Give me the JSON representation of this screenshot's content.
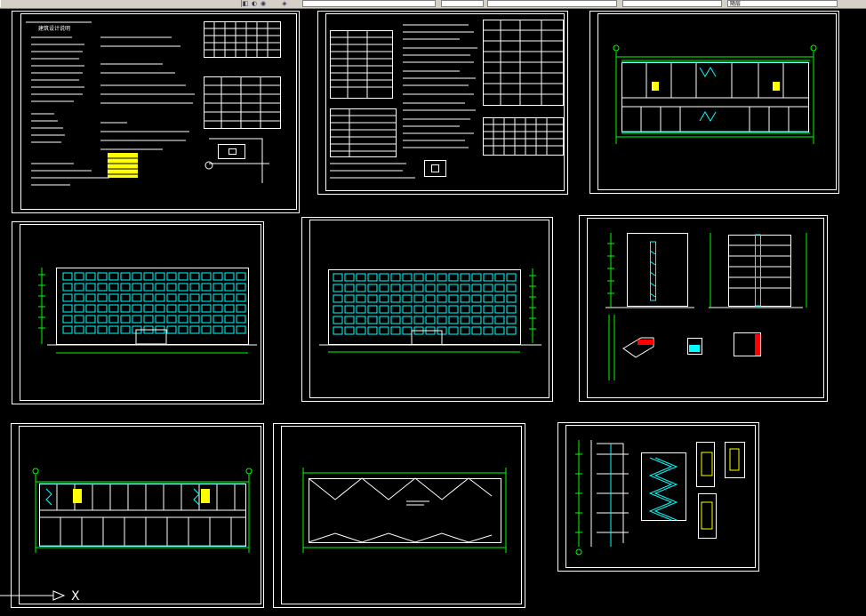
{
  "app": {
    "toolbar": {
      "layer_field": "",
      "color_field": "",
      "linetype_field": "",
      "style_field": "随层"
    },
    "ucs": {
      "x_label": "X"
    }
  },
  "drawing": {
    "background": "#000000",
    "colors": {
      "frame": "#ffffff",
      "cyan": "#00ffff",
      "green": "#00ff00",
      "yellow": "#ffff00",
      "red": "#ff0000",
      "magenta": "#ff00ff"
    },
    "sheets": [
      {
        "id": "design-notes",
        "title": "建筑设计说明"
      },
      {
        "id": "structure-notes",
        "title": ""
      },
      {
        "id": "floor-plan-ground",
        "title": ""
      },
      {
        "id": "front-elevation",
        "title": ""
      },
      {
        "id": "rear-elevation",
        "title": ""
      },
      {
        "id": "section-elevations",
        "title": ""
      },
      {
        "id": "floor-plan-typical",
        "title": ""
      },
      {
        "id": "roof-plan",
        "title": ""
      },
      {
        "id": "stair-details",
        "title": ""
      }
    ]
  }
}
